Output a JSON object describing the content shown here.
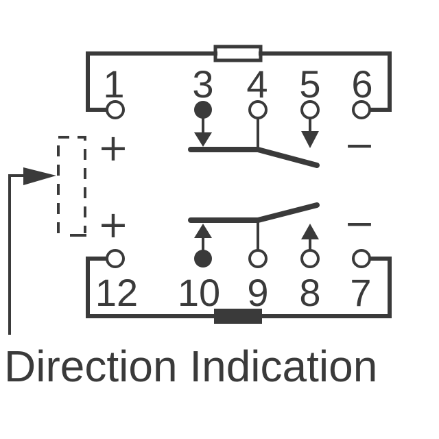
{
  "caption": "Direction Indication",
  "pins_top": [
    "1",
    "3",
    "4",
    "5",
    "6"
  ],
  "pins_bottom": [
    "12",
    "10",
    "9",
    "8",
    "7"
  ],
  "signs": {
    "plus": "+",
    "minus": "−"
  },
  "colors": {
    "ink": "#3a3a3a",
    "background": "#ffffff"
  }
}
